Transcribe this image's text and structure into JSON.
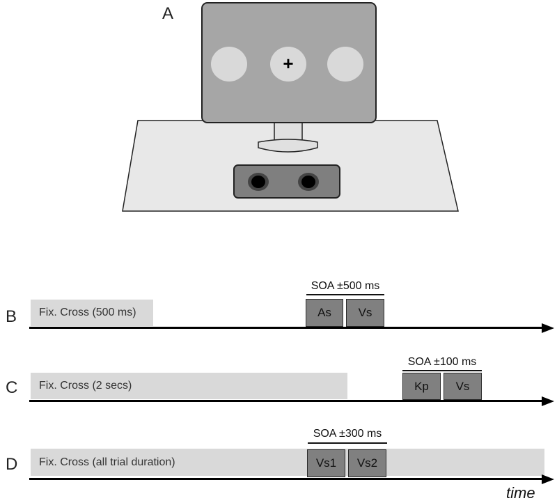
{
  "panel_a": {
    "letter": "A",
    "fixation_symbol": "+"
  },
  "rows": [
    {
      "letter": "B",
      "fixation_label": "Fix. Cross (500 ms)",
      "soa_label": "SOA ±500 ms",
      "stimuli": [
        "As",
        "Vs"
      ]
    },
    {
      "letter": "C",
      "fixation_label": "Fix. Cross (2 secs)",
      "soa_label": "SOA ±100 ms",
      "stimuli": [
        "Kp",
        "Vs"
      ]
    },
    {
      "letter": "D",
      "fixation_label": "Fix. Cross (all trial duration)",
      "soa_label": "SOA ±300 ms",
      "stimuli": [
        "Vs1",
        "Vs2"
      ]
    }
  ],
  "time_label": "time",
  "colors": {
    "monitor": "#a6a6a6",
    "disc": "#d9d9d9",
    "table": "#e8e8e8",
    "speaker": "#7f7f7f",
    "fixation_bar": "#d9d9d9",
    "stimulus_box": "#808080"
  }
}
